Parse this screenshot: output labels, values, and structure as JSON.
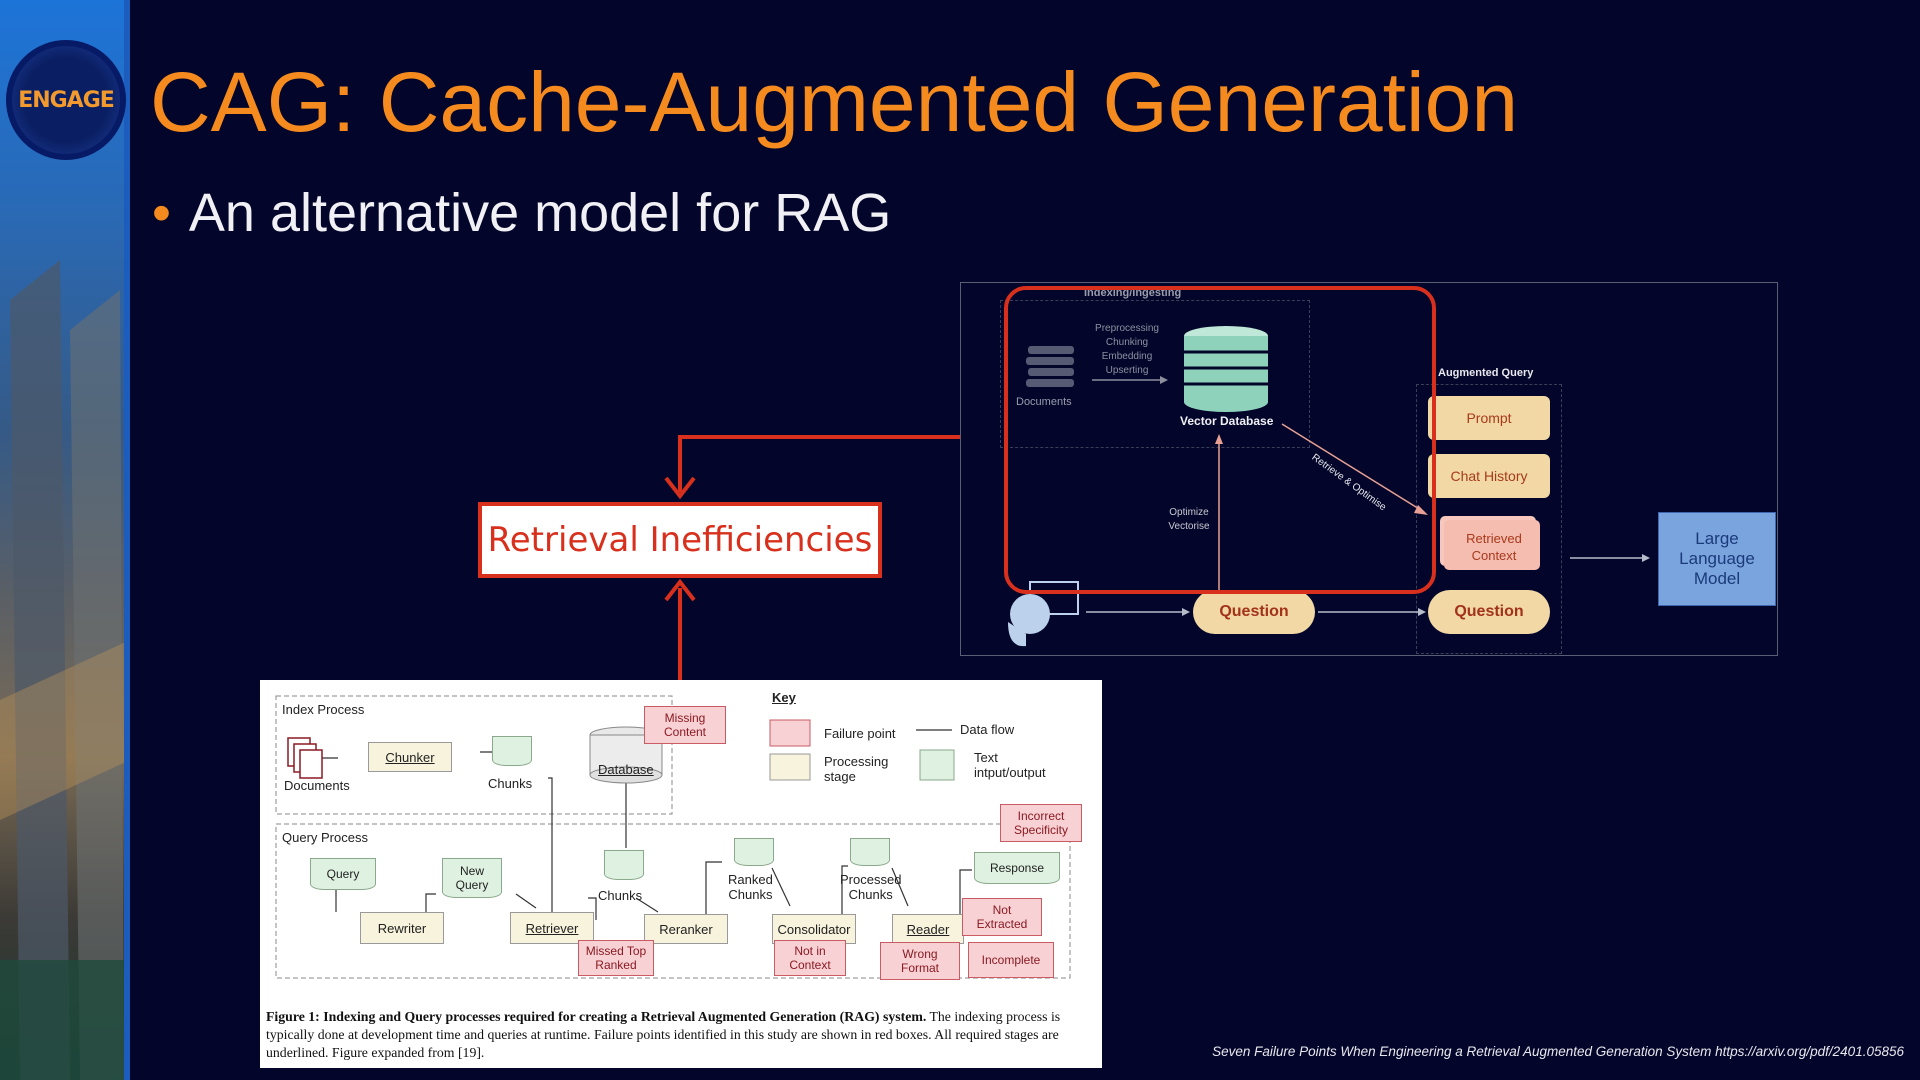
{
  "slide": {
    "title": "CAG: Cache-Augmented Generation",
    "bullet": "An alternative model for RAG",
    "logo_text": "ENGAGE",
    "citation": "Seven Failure Points When Engineering a Retrieval Augmented Generation System https://arxiv.org/pdf/2401.05856"
  },
  "callout": {
    "label": "Retrieval Inefficiencies"
  },
  "rag_diagram": {
    "indexing_label": "Indexing/Ingesting",
    "documents_label": "Documents",
    "steps": [
      "Preprocessing",
      "Chunking",
      "Embedding",
      "Upserting"
    ],
    "vector_db_label": "Vector Database",
    "retrieve_label": "Retrieve & Optimise",
    "optimise_label": [
      "Optimize",
      "Vectorise"
    ],
    "augmented_label": "Augmented Query",
    "prompt_label": "Prompt",
    "chat_history_label": "Chat History",
    "retrieved_context_label": [
      "Retrieved",
      "Context"
    ],
    "question_label": "Question",
    "llm_label": [
      "Large",
      "Language",
      "Model"
    ]
  },
  "figure": {
    "index_process_label": "Index Process",
    "query_process_label": "Query Process",
    "key_label": "Key",
    "key_failure": "Failure point",
    "key_processing": [
      "Processing",
      "stage"
    ],
    "key_data_flow": "Data flow",
    "key_text": [
      "Text",
      "intput/output"
    ],
    "documents": "Documents",
    "chunker": "Chunker",
    "chunks": "Chunks",
    "database": "Database",
    "missing_content": [
      "Missing",
      "Content"
    ],
    "incorrect_specificity": [
      "Incorrect",
      "Specificity"
    ],
    "query": "Query",
    "new_query": [
      "New",
      "Query"
    ],
    "rewriter": "Rewriter",
    "retriever": "Retriever",
    "reranker": "Reranker",
    "ranked_chunks": [
      "Ranked",
      "Chunks"
    ],
    "consolidator": "Consolidator",
    "processed_chunks": [
      "Processed",
      "Chunks"
    ],
    "reader": "Reader",
    "response": "Response",
    "missed_top_ranked": [
      "Missed Top",
      "Ranked"
    ],
    "not_in_context": [
      "Not in",
      "Context"
    ],
    "wrong_format": [
      "Wrong",
      "Format"
    ],
    "not_extracted": [
      "Not",
      "Extracted"
    ],
    "incomplete": "Incomplete",
    "caption_bold": "Figure 1: Indexing and Query processes required for creating a Retrieval Augmented Generation (RAG) system.",
    "caption_rest": "The indexing process is typically done at development time and queries at runtime. Failure points identified in this study are shown in red boxes. All required stages are underlined. Figure expanded from [19]."
  },
  "colors": {
    "title": "#f58a1f",
    "accent_red": "#d8301c",
    "background": "#03062a"
  }
}
